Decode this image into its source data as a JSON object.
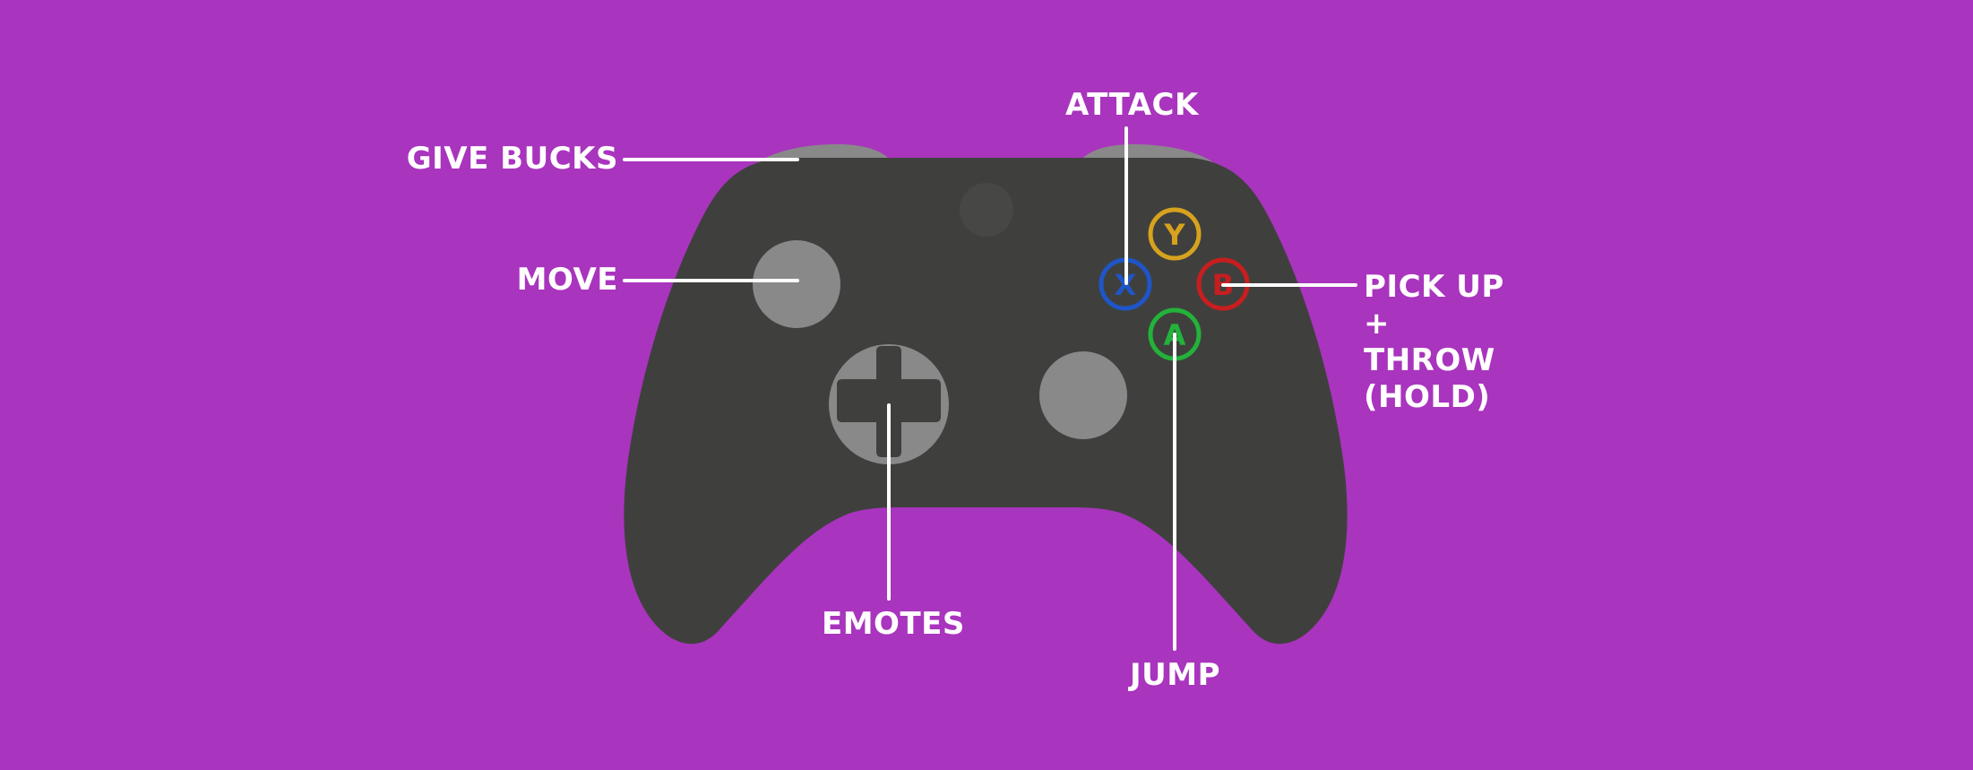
{
  "colors": {
    "background": "#a934be",
    "controller_body": "#3f403d",
    "controller_gray": "#898989",
    "button_y": "#d7a21e",
    "button_x": "#1f55c7",
    "button_b": "#c81e20",
    "button_a": "#23b23a",
    "label_text": "#ffffff",
    "leader_line": "#ffffff"
  },
  "buttons": {
    "y": "Y",
    "x": "X",
    "b": "B",
    "a": "A"
  },
  "labels": {
    "give_bucks": "GIVE BUCKS",
    "move": "MOVE",
    "attack": "ATTACK",
    "pick_up_lines": [
      "PICK UP",
      "+",
      "THROW",
      "(HOLD)"
    ],
    "emotes": "EMOTES",
    "jump": "JUMP"
  }
}
